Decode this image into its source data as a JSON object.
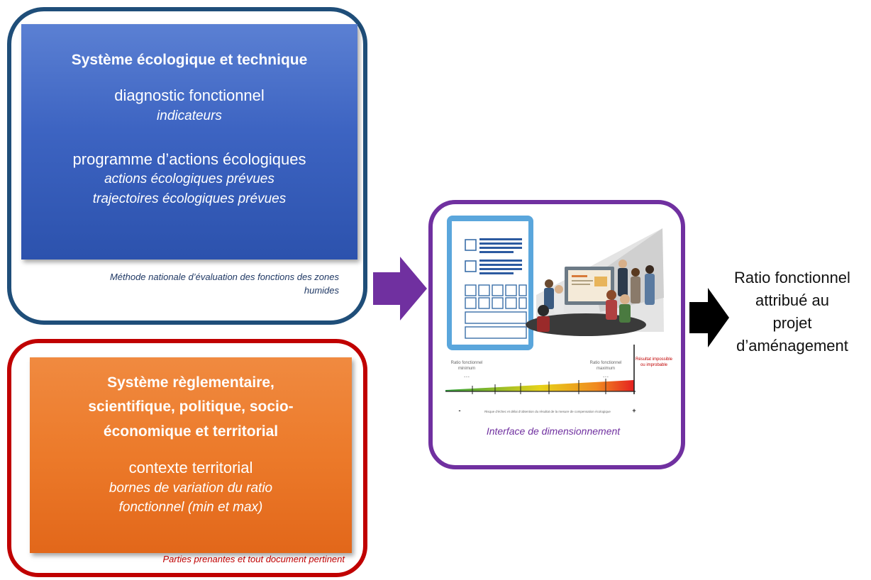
{
  "ecological_box": {
    "title": "Système écologique et technique",
    "diag_heading": "diagnostic fonctionnel",
    "diag_sub": "indicateurs",
    "prog_heading": "programme d’actions écologiques",
    "prog_line1": "actions écologiques prévues",
    "prog_line2": "trajectoires écologiques prévues",
    "caption_line1": "Méthode nationale d’évaluation des fonctions des zones",
    "caption_line2": "humides"
  },
  "regulatory_box": {
    "title_line1": "Système règlementaire,",
    "title_line2": "scientifique, politique, socio-",
    "title_line3": "économique et territorial",
    "heading": "contexte territorial",
    "sub_line1": "bornes de variation du ratio",
    "sub_line2": "fonctionnel (min et max)",
    "caption": "Parties prenantes et tout document pertinent"
  },
  "interface_box": {
    "caption": "Interface de dimensionnement",
    "scale": {
      "min_label_1": "Ratio fonctionnel",
      "min_label_2": "minimum",
      "max_label_1": "Ratio fonctionnel",
      "max_label_2": "maximum",
      "impossible_label_1": "Résultat impossible",
      "impossible_label_2": "ou improbable",
      "dots": "…",
      "minus": "-",
      "plus": "+",
      "axis_text": "Risque d’échec et délai d’obtention du résultat de la mesure de compensation écologique"
    }
  },
  "result": {
    "line1": "Ratio fonctionnel",
    "line2": "attribué au",
    "line3": "projet",
    "line4": "d’aménagement"
  },
  "colors": {
    "ecological_frame": "#1f4e79",
    "regulatory_frame": "#c00000",
    "interface_frame": "#7030a0",
    "blue_panel": "#3d64c2",
    "orange_panel": "#ec7a2a",
    "purple_arrow": "#7030a0"
  }
}
